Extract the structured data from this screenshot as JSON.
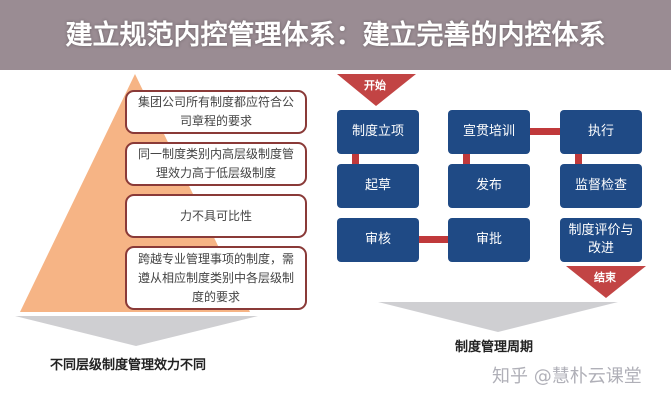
{
  "pyramid": {
    "boxes": [
      "集团公司所有制度都应符合公司章程的要求",
      "同一制度类别内高层级制度管理效力高于低层级制度",
      "力不具可比性",
      "跨越专业管理事项的制度，需遵从相应制度类别中各层级制度的要求"
    ],
    "caption": "不同层级制度管理效力不同",
    "color": "#f5b07e"
  },
  "cycle": {
    "start": "开始",
    "end": "结束",
    "steps": [
      "制度立项",
      "宣贯培训",
      "执行",
      "起草",
      "发布",
      "监督检查",
      "审核",
      "审批",
      "制度评价与改进"
    ],
    "caption": "制度管理周期",
    "box_color": "#1f4a85",
    "accent": "#c0393b"
  },
  "watermark": "知乎 @慧朴云课堂",
  "title": "建立规范内控管理体系：建立完善的内控体系"
}
